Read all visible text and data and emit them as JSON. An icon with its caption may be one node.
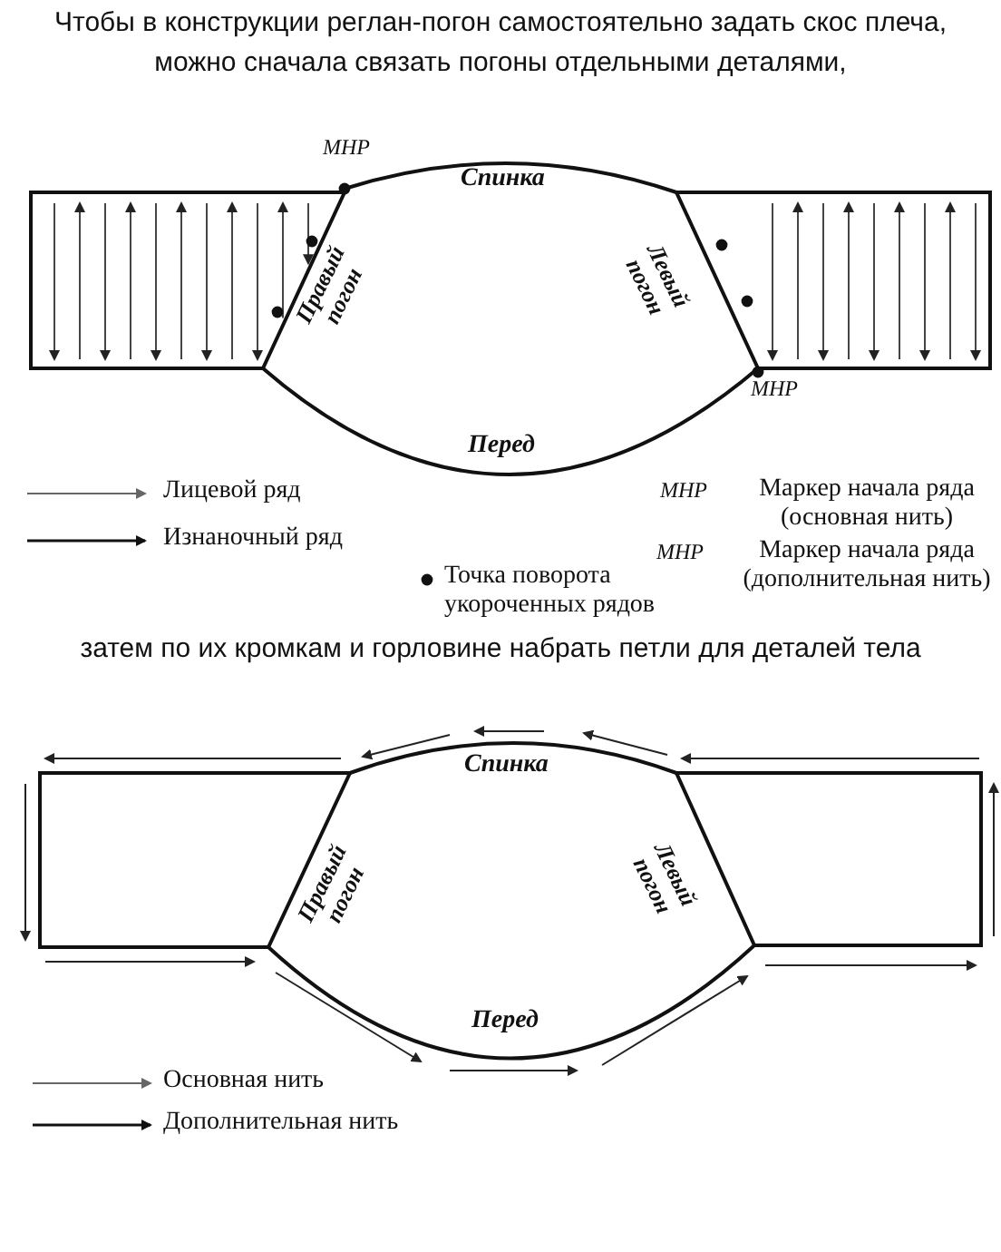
{
  "diagram": {
    "labels": [
      "Чтобы в конструкции реглан-погон самостоятельно задать скос плеча, можно сначала связать погоны отдельными деталями,",
      "МНР",
      "Спинка",
      "Правый погон",
      "Левый погон",
      "МНР",
      "Перед",
      "МНР",
      "МНР",
      "затем по их кромкам и горловине набрать петли для деталей тела",
      "Спинка",
      "Правый погон",
      "Левый погон",
      "Перед"
    ],
    "legend": [
      {
        "text": "Лицевой ряд"
      },
      {
        "text": "Изнаночный ряд"
      },
      {
        "text": "Маркер начала ряда (основная нить)"
      },
      {
        "text": "Маркер начала ряда (дополнительная нить)"
      },
      {
        "text": "Точка поворота укороченных рядов"
      },
      {
        "text": "Основная нить"
      },
      {
        "text": "Дополнительная нить"
      }
    ]
  }
}
